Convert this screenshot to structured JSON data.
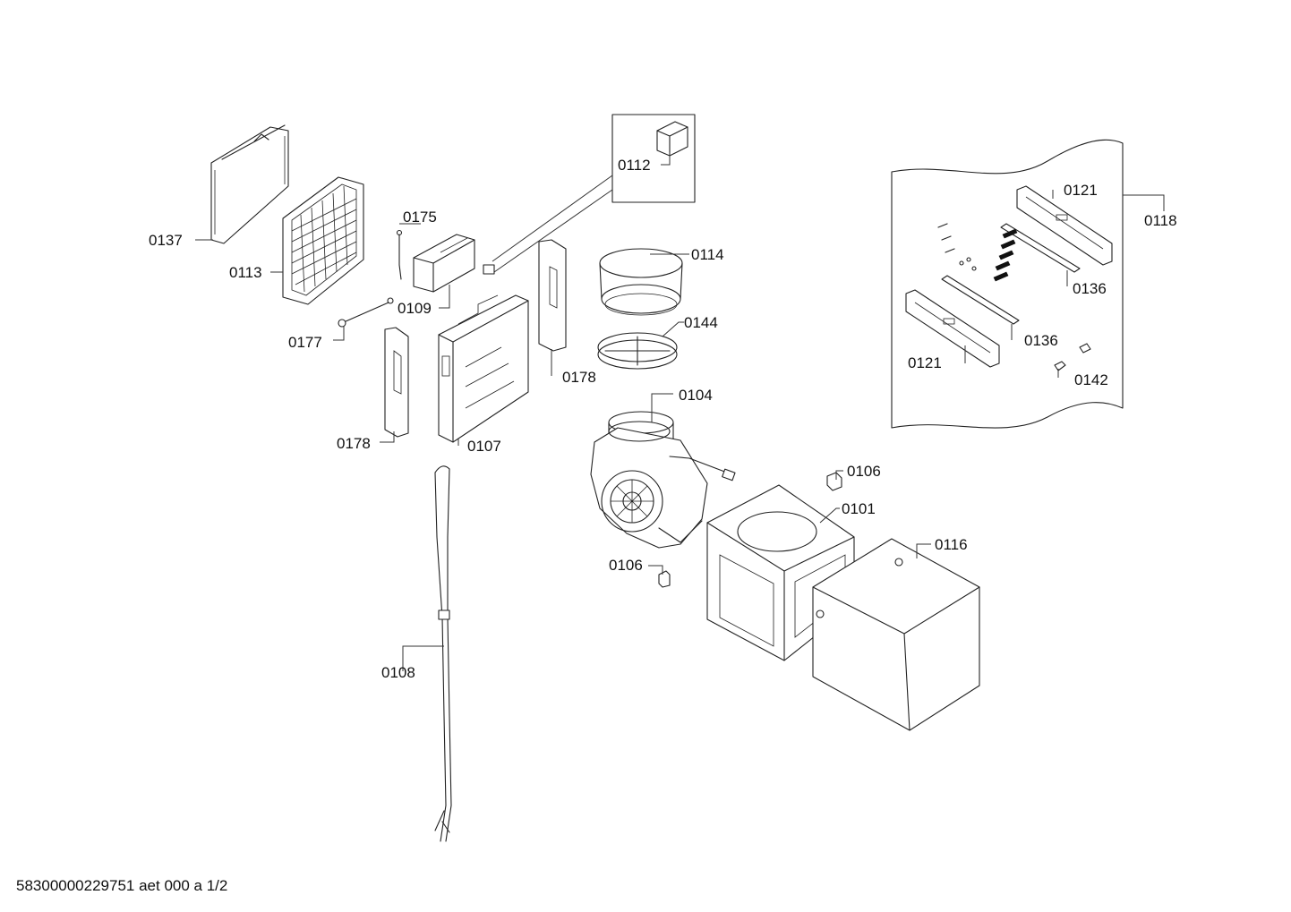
{
  "labels": {
    "p0137": "0137",
    "p0113": "0113",
    "p0175": "0175",
    "p0109": "0109",
    "p0177": "0177",
    "p0178a": "0178",
    "p0178b": "0178",
    "p0107": "0107",
    "p0108": "0108",
    "p0112": "0112",
    "p0114": "0114",
    "p0144": "0144",
    "p0104": "0104",
    "p0106a": "0106",
    "p0106b": "0106",
    "p0101": "0101",
    "p0116": "0116",
    "p0121a": "0121",
    "p0121b": "0121",
    "p0136a": "0136",
    "p0136b": "0136",
    "p0142": "0142",
    "p0118": "0118"
  },
  "footer": "58300000229751 aet 000 a 1/2"
}
